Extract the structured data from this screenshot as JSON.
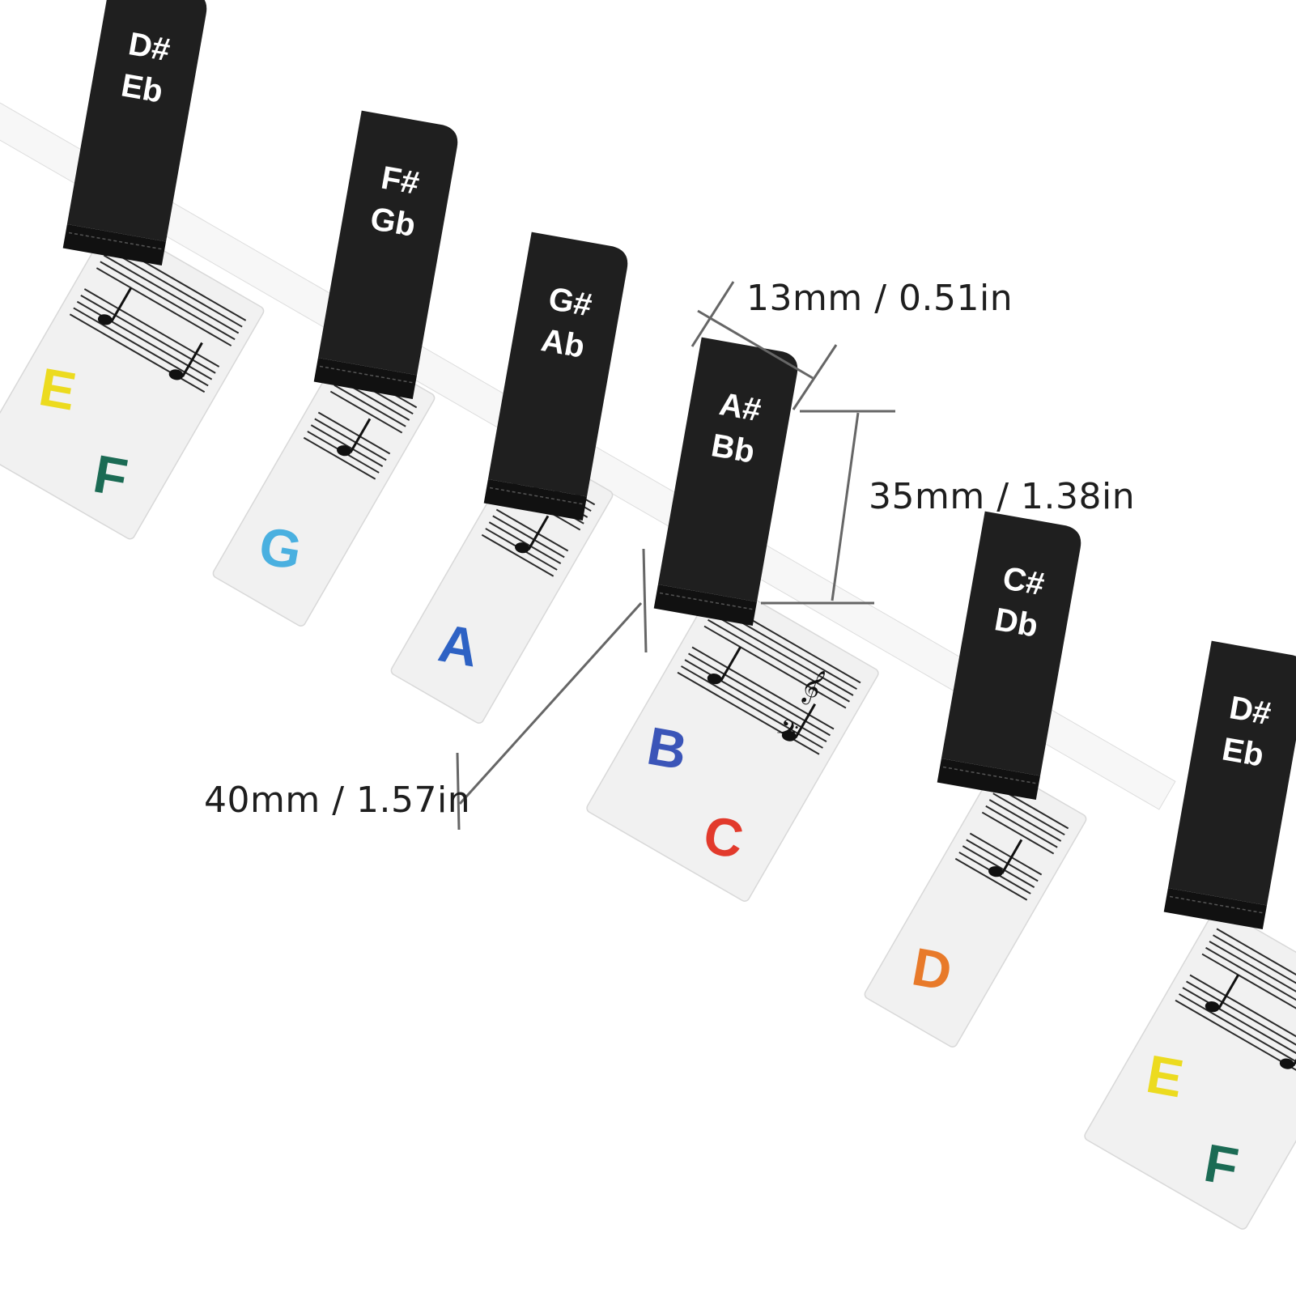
{
  "product": "piano keyboard note guide strip",
  "dimensions": {
    "black_key_width": "13mm / 0.51in",
    "black_key_height": "35mm / 1.38in",
    "white_key_length": "40mm / 1.57in"
  },
  "colors": {
    "background": "#ffffff",
    "black_key": "#1f1f1f",
    "white_key": "#f1f1f1",
    "strip": "#f7f7f7",
    "staff_line": "#2a2a2a",
    "dimension_line": "#666666",
    "note_C": "#e23a2c",
    "note_D": "#e87a2a",
    "note_E": "#ecdb1f",
    "note_F": "#1b6b54",
    "note_G": "#4ab0e0",
    "note_A": "#2e62c4",
    "note_B": "#3b55b8"
  },
  "black_keys": [
    {
      "sharp": "D#",
      "flat": "Eb"
    },
    {
      "sharp": "F#",
      "flat": "Gb"
    },
    {
      "sharp": "G#",
      "flat": "Ab"
    },
    {
      "sharp": "A#",
      "flat": "Bb"
    },
    {
      "sharp": "C#",
      "flat": "Db"
    },
    {
      "sharp": "D#",
      "flat": "Eb"
    }
  ],
  "white_keys": [
    "E",
    "F",
    "G",
    "A",
    "B",
    "C",
    "D",
    "E",
    "F"
  ],
  "clef_icons": [
    "treble-clef-icon",
    "bass-clef-icon"
  ],
  "note_icon": "quarter-note-icon"
}
